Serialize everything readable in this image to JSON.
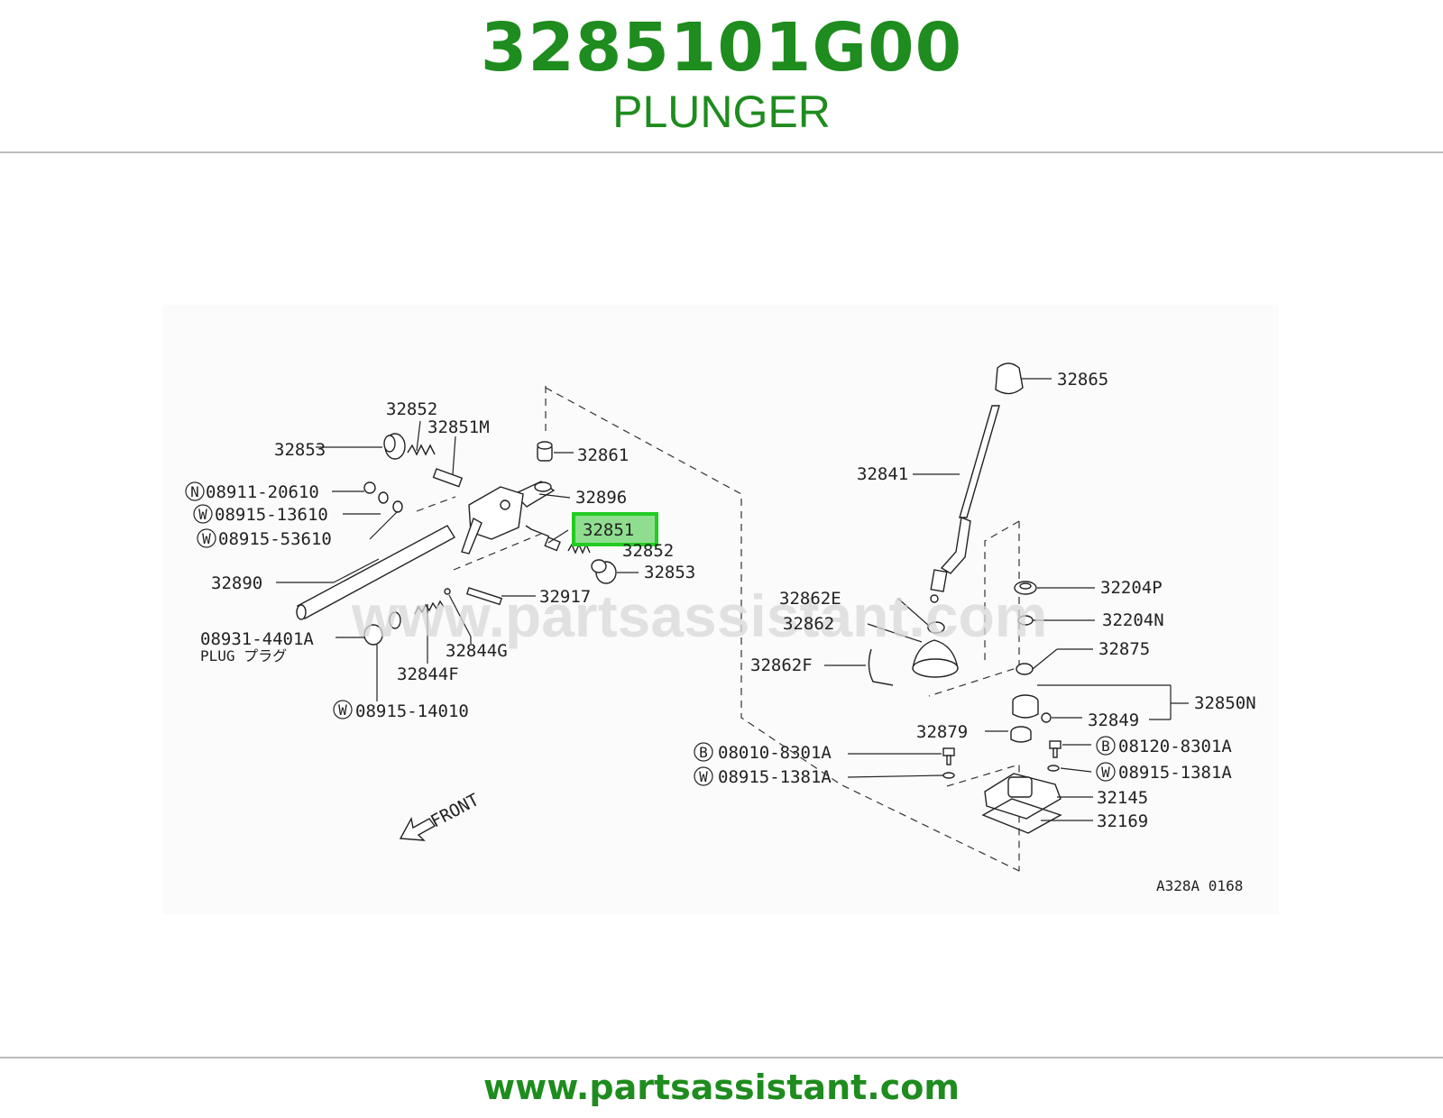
{
  "header": {
    "part_number": "3285101G00",
    "part_name": "PLUNGER"
  },
  "diagram": {
    "labels": {
      "l32852a": "32852",
      "l32851m": "32851M",
      "l32853a": "32853",
      "l32861": "32861",
      "n08911": "08911-20610",
      "w08915a": "08915-13610",
      "l32896": "32896",
      "w08915b": "08915-53610",
      "l32851": "32851",
      "l32852b": "32852",
      "l32853b": "32853",
      "l32890": "32890",
      "l32917": "32917",
      "l08931": "08931-4401A",
      "plug": "PLUG プラグ",
      "l32844g": "32844G",
      "l32844f": "32844F",
      "w08915c": "08915-14010",
      "front": "FRONT",
      "l32865": "32865",
      "l32841": "32841",
      "l32204p": "32204P",
      "l32862e": "32862E",
      "l32204n": "32204N",
      "l32862": "32862",
      "l32875": "32875",
      "l32862f": "32862F",
      "l32850n": "32850N",
      "l32849": "32849",
      "l32879": "32879",
      "b08010": "08010-8301A",
      "b08120": "08120-8301A",
      "w08915d": "08915-1381A",
      "w08915e": "08915-1381A",
      "l32145": "32145",
      "l32169": "32169",
      "code": "A328A 0168"
    },
    "prefixes": {
      "n": "N",
      "w": "W",
      "b": "B"
    },
    "highlight_color": "#22cc22",
    "watermark": "www.partsassistant.com"
  },
  "footer": {
    "url": "www.partsassistant.com"
  }
}
